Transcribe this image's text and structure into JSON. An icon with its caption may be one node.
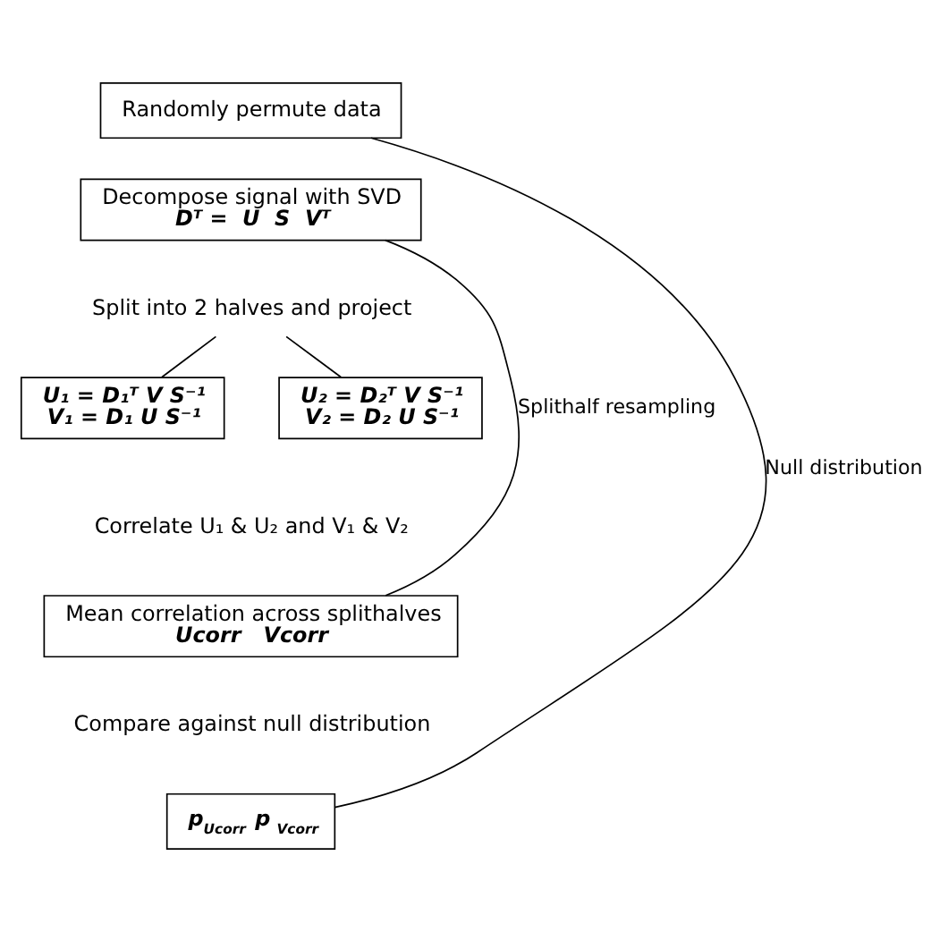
{
  "diagram": {
    "nodes": [
      {
        "text": [
          "Randomly permute data"
        ]
      },
      {
        "text": [
          "Decompose signal with SVD",
          "Dᵀ =  U  S  Vᵀ"
        ]
      },
      {
        "text": [
          "Split into 2 halves and project"
        ]
      },
      {
        "text": [
          "U₁ = D₁ᵀ V S⁻¹",
          "V₁ = D₁ U S⁻¹"
        ]
      },
      {
        "text": [
          "U₂ = D₂ᵀ V S⁻¹",
          "V₂ = D₂ U S⁻¹"
        ]
      },
      {
        "text": [
          "Mean correlation across splithalves",
          "Ucorr   Vcorr"
        ]
      },
      {
        "text": [
          "p$_{Ucorr}$   p$_{Vcorr}$"
        ]
      }
    ],
    "edges": [
      {
        "from": 2,
        "to": 3,
        "arrow": "none"
      },
      {
        "from": 2,
        "to": 4,
        "arrow": "none"
      },
      {
        "from": 5,
        "to": 1,
        "arrow": "none",
        "label": "Splithalf resampling"
      },
      {
        "from": 6,
        "to": 0,
        "arrow": "none",
        "label": "Null distribution"
      }
    ],
    "labels": [
      "Correlate U₁ & U₂ and V₁ & V₂",
      "Compare against null distribution"
    ]
  }
}
